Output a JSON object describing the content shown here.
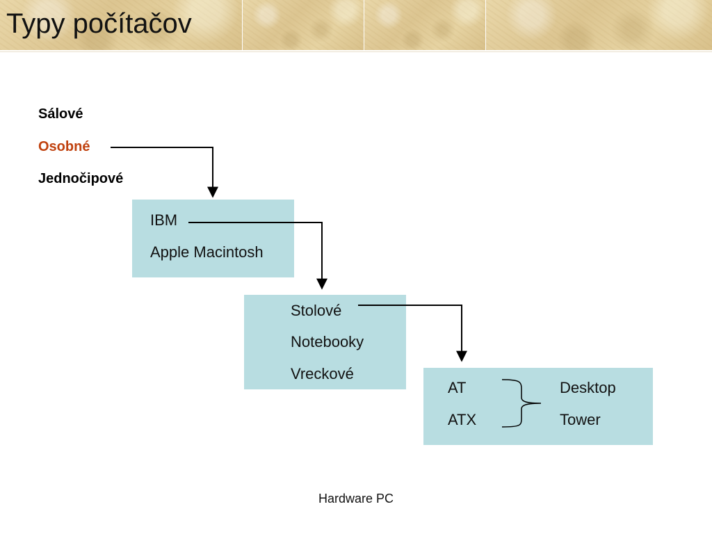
{
  "slide": {
    "title": "Typy počítačov",
    "footer": "Hardware PC"
  },
  "categories": [
    {
      "label": "Sálové",
      "highlighted": false
    },
    {
      "label": "Osobné",
      "highlighted": true
    },
    {
      "label": "Jednočipové",
      "highlighted": false
    }
  ],
  "box_vendors": {
    "items": [
      {
        "label": "IBM",
        "highlighted": true
      },
      {
        "label": "Apple Macintosh",
        "highlighted": false
      }
    ]
  },
  "box_forms": {
    "items": [
      {
        "label": "Stolové",
        "highlighted": true
      },
      {
        "label": "Notebooky",
        "highlighted": false
      },
      {
        "label": "Vreckové",
        "highlighted": false
      }
    ]
  },
  "box_cases": {
    "standards": [
      {
        "label": "AT",
        "highlighted": false
      },
      {
        "label": "ATX",
        "highlighted": true
      }
    ],
    "types": [
      {
        "label": "Desktop"
      },
      {
        "label": "Tower"
      }
    ]
  },
  "colors": {
    "accent": "#c0410e",
    "box_fill": "#b8dde1",
    "text": "#111111"
  }
}
